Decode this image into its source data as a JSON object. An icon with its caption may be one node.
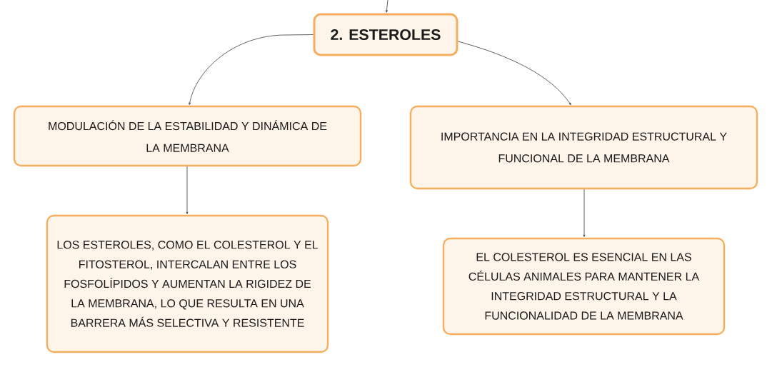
{
  "diagram": {
    "nodes": [
      {
        "text": [
          "2. ESTEROLES"
        ]
      },
      {
        "text": [
          "MODULACIÓN DE LA ESTABILIDAD Y DINÁMICA DE LA MEMBRANA"
        ]
      },
      {
        "text": [
          "IMPORTANCIA EN LA INTEGRIDAD ESTRUCTURAL Y FUNCIONAL DE LA MEMBRANA"
        ]
      },
      {
        "text": [
          "LOS ESTEROLES, COMO EL COLESTEROL Y EL FITOSTEROL, INTERCALAN ENTRE LOS FOSFOLÍPIDOS Y AUMENTAN LA RIGIDEZ DE LA MEMBRANA, LO QUE RESULTA EN UNA BARRERA MÁS SELECTIVA Y RESISTENTE"
        ]
      },
      {
        "text": [
          "EL COLESTEROL ES ESENCIAL EN LAS CÉLULAS ANIMALES PARA MANTENER LA INTEGRIDAD ESTRUCTURAL Y LA FUNCIONALIDAD DE LA MEMBRANA"
        ]
      }
    ],
    "edges": [
      {
        "from": null,
        "to": 0,
        "arrow": "to"
      },
      {
        "from": 0,
        "to": 1,
        "arrow": "to"
      },
      {
        "from": 0,
        "to": 2,
        "arrow": "to"
      },
      {
        "from": 1,
        "to": 3,
        "arrow": "to"
      },
      {
        "from": 2,
        "to": 4,
        "arrow": "to"
      }
    ]
  }
}
